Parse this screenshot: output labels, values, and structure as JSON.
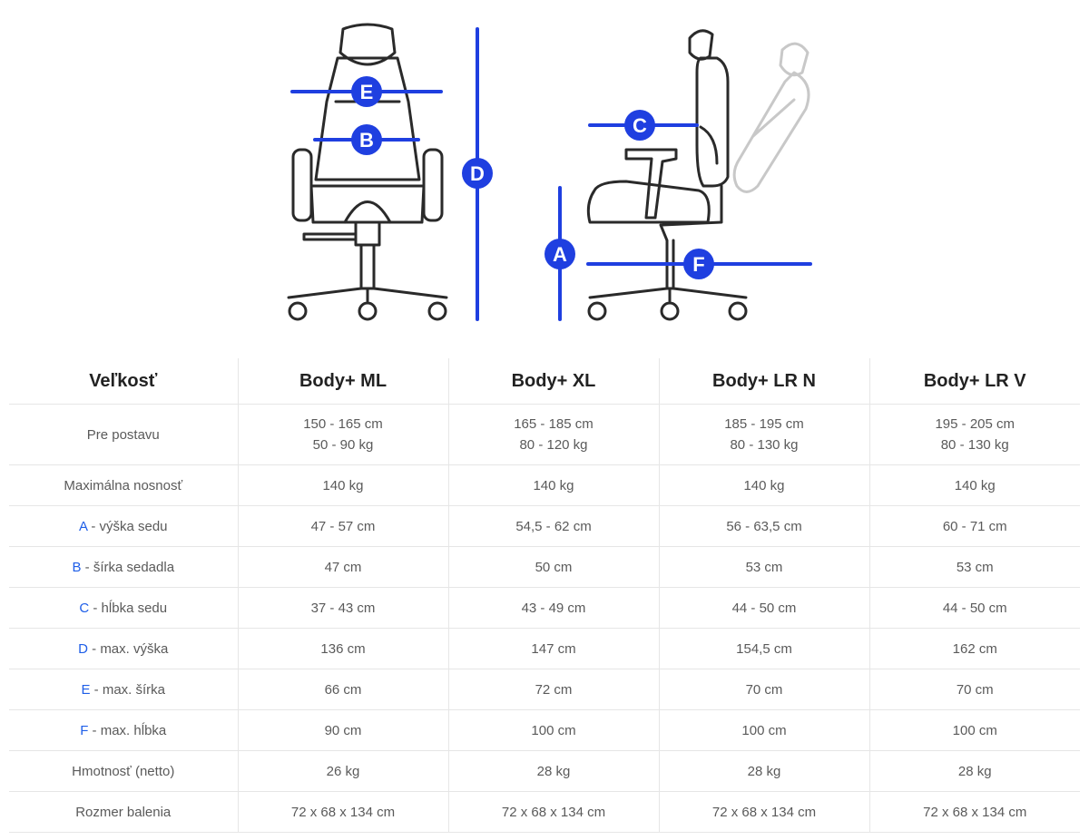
{
  "diagram": {
    "letters": [
      "A",
      "B",
      "C",
      "D",
      "E",
      "F"
    ],
    "accent_color": "#1f3fe0",
    "outline_color": "#2a2a2a"
  },
  "table": {
    "headers": [
      "Veľkosť",
      "Body+ ML",
      "Body+ XL",
      "Body+ LR N",
      "Body+ LR V"
    ],
    "rows": [
      {
        "letter": "",
        "label": "Pre postavu",
        "cells": [
          [
            "150 - 165 cm",
            "50 - 90 kg"
          ],
          [
            "165 - 185 cm",
            "80 - 120 kg"
          ],
          [
            "185 - 195 cm",
            "80 - 130 kg"
          ],
          [
            "195 - 205 cm",
            "80 - 130 kg"
          ]
        ]
      },
      {
        "letter": "",
        "label": "Maximálna nosnosť",
        "cells": [
          [
            "140 kg"
          ],
          [
            "140 kg"
          ],
          [
            "140 kg"
          ],
          [
            "140 kg"
          ]
        ]
      },
      {
        "letter": "A",
        "label": " - výška sedu",
        "cells": [
          [
            "47 - 57 cm"
          ],
          [
            "54,5 - 62 cm"
          ],
          [
            "56 - 63,5 cm"
          ],
          [
            "60 - 71 cm"
          ]
        ]
      },
      {
        "letter": "B",
        "label": " - šírka sedadla",
        "cells": [
          [
            "47 cm"
          ],
          [
            "50 cm"
          ],
          [
            "53 cm"
          ],
          [
            "53 cm"
          ]
        ]
      },
      {
        "letter": "C",
        "label": " - hĺbka sedu",
        "cells": [
          [
            "37 - 43 cm"
          ],
          [
            "43 - 49 cm"
          ],
          [
            "44 - 50 cm"
          ],
          [
            "44 - 50 cm"
          ]
        ]
      },
      {
        "letter": "D",
        "label": " - max. výška",
        "cells": [
          [
            "136 cm"
          ],
          [
            "147 cm"
          ],
          [
            "154,5 cm"
          ],
          [
            "162 cm"
          ]
        ]
      },
      {
        "letter": "E",
        "label": " - max. šírka",
        "cells": [
          [
            "66 cm"
          ],
          [
            "72 cm"
          ],
          [
            "70 cm"
          ],
          [
            "70 cm"
          ]
        ]
      },
      {
        "letter": "F",
        "label": " - max. hĺbka",
        "cells": [
          [
            "90 cm"
          ],
          [
            "100 cm"
          ],
          [
            "100 cm"
          ],
          [
            "100 cm"
          ]
        ]
      },
      {
        "letter": "",
        "label": "Hmotnosť (netto)",
        "cells": [
          [
            "26 kg"
          ],
          [
            "28 kg"
          ],
          [
            "28 kg"
          ],
          [
            "28 kg"
          ]
        ]
      },
      {
        "letter": "",
        "label": "Rozmer balenia",
        "cells": [
          [
            "72 x 68 x 134 cm"
          ],
          [
            "72 x 68 x 134 cm"
          ],
          [
            "72 x 68 x 134 cm"
          ],
          [
            "72 x 68 x 134 cm"
          ]
        ]
      }
    ]
  }
}
